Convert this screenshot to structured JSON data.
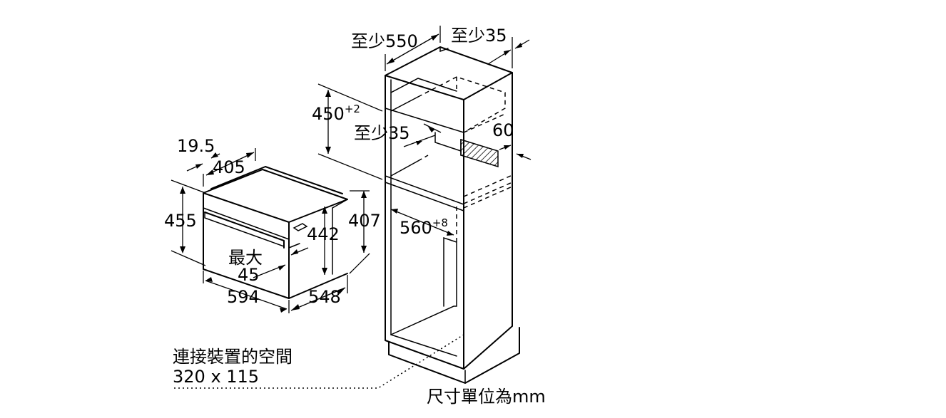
{
  "oven": {
    "width": "594",
    "height": "455",
    "depth": "548",
    "front_height": "407",
    "inner_height": "442",
    "door_depth": "405",
    "panel_offset": "19.5",
    "max_label": "最大",
    "max_value": "45"
  },
  "cabinet": {
    "min_depth": "至少550",
    "min_rear_gap": "至少35",
    "min_side_gap": "至少35",
    "niche_height": "450",
    "niche_height_tol": "+2",
    "niche_width": "560",
    "niche_width_tol": "+8",
    "vent_gap": "60"
  },
  "connection": {
    "title": "連接裝置的空間",
    "size": "320 x 115"
  },
  "units_note": "尺寸單位為mm",
  "colors": {
    "line": "#000000",
    "background": "#ffffff",
    "hatch": "#000000"
  }
}
